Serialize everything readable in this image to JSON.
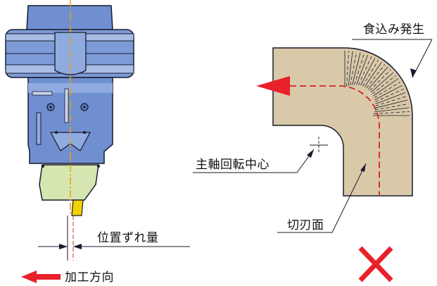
{
  "labels": {
    "bite_occurrence": "食込み発生",
    "spindle_center": "主軸回転中心",
    "cutting_face": "切刃面",
    "offset_amount": "位置ずれ量",
    "machining_direction": "加工方向"
  },
  "colors": {
    "tool_body": "#6f8fd0",
    "tool_body_light": "#a8bde6",
    "insert_holder": "#d6e6b0",
    "insert": "#f2d200",
    "workpiece": "#d9c9a8",
    "centerline": "#f0a000",
    "arrow": "#e8202a",
    "cross": "#e8202a",
    "dashed_path": "#d8202a"
  },
  "icons": {
    "direction_arrow": "left-arrow-icon",
    "ng_mark": "cross-icon"
  }
}
